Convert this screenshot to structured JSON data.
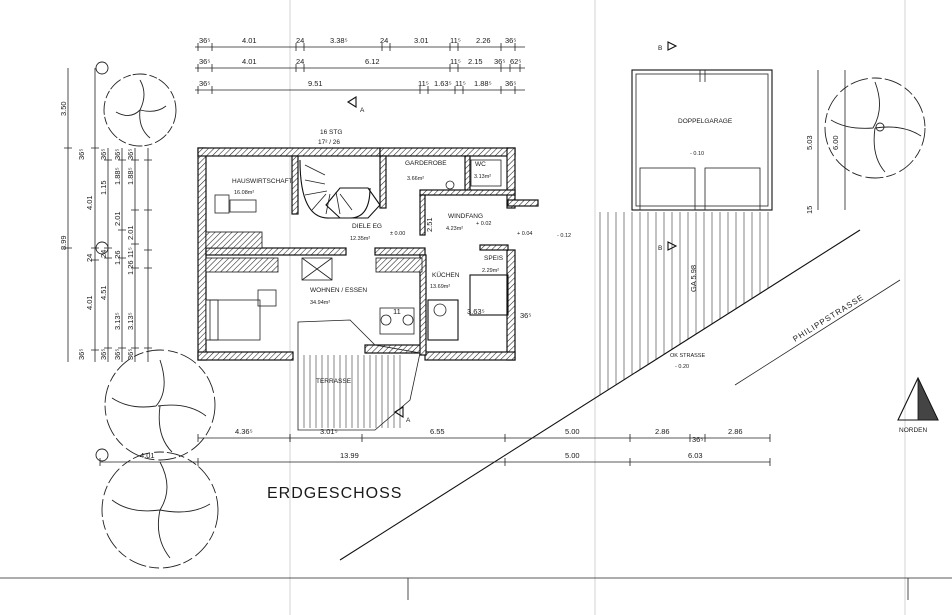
{
  "title": "ERDGESCHOSS",
  "north_label": "NORDEN",
  "street_name": "PHILIPPSTRASSE",
  "street_level": {
    "label": "OK STRASSE",
    "value": "- 0.20"
  },
  "section_marks": [
    "A",
    "A",
    "B",
    "B"
  ],
  "garage": {
    "label": "DOPPELGARAGE",
    "level": "- 0.10",
    "side_dims": [
      "5.03",
      "15",
      "6.00"
    ],
    "slope": "GA 5.98"
  },
  "stair": {
    "label": "16 STG",
    "ratio": "17² / 26"
  },
  "rooms": [
    {
      "id": "hauswirtschaft",
      "name": "HAUSWIRTSCHAFT",
      "area": "16.08m²"
    },
    {
      "id": "garderobe",
      "name": "GARDEROBE",
      "area": "3.66m²"
    },
    {
      "id": "wc",
      "name": "WC",
      "area": "3.13m²"
    },
    {
      "id": "diele",
      "name": "DIELE EG",
      "area": "12.35m²"
    },
    {
      "id": "windfang",
      "name": "WINDFANG",
      "area": "4.23m²"
    },
    {
      "id": "speis",
      "name": "SPEIS",
      "area": "2.29m²"
    },
    {
      "id": "kuechen",
      "name": "KÜCHEN",
      "area": "13.69m²"
    },
    {
      "id": "wohnen",
      "name": "WOHNEN / ESSEN",
      "area": "34.94m²"
    },
    {
      "id": "terrasse",
      "name": "TERRASSE",
      "area": ""
    }
  ],
  "levels": [
    "± 0.00",
    "+ 0.02",
    "+ 0.04",
    "- 0.12"
  ],
  "inner_dims": [
    "3.63⁵",
    "36⁵",
    "11",
    "2.51"
  ],
  "top_dims": {
    "row1": [
      "36⁵",
      "4.01",
      "24",
      "3.38⁵",
      "24",
      "3.01",
      "11⁵",
      "2.26",
      "36⁵"
    ],
    "row2": [
      "36⁵",
      "4.01",
      "24",
      "6.12",
      "11⁵",
      "2.15",
      "36⁵",
      "62⁵"
    ],
    "row3": [
      "36⁵",
      "9.51",
      "11⁵",
      "1.63⁵",
      "11⁵",
      "1.88⁵",
      "36⁵"
    ]
  },
  "left_dims": {
    "outer": [
      "3.50",
      "8.99"
    ],
    "col1": [
      "36⁵",
      "4.01",
      "24",
      "4.01",
      "36⁵"
    ],
    "col2": [
      "36⁵",
      "1.15",
      "24",
      "4.51",
      "36⁵"
    ],
    "col3": [
      "36⁵",
      "1.88⁵",
      "2.01",
      "1.26",
      "3.13⁵",
      "36⁵"
    ],
    "col4": [
      "36⁵",
      "1.88⁵",
      "2.01",
      "11⁵",
      "1.26",
      "3.13⁵",
      "36⁵"
    ]
  },
  "bottom_dims": {
    "row1": [
      "4.36⁵",
      "3.01⁵",
      "6.55",
      "5.00",
      "2.86",
      "2.86"
    ],
    "row2": [
      "4.01",
      "13.99",
      "5.00",
      "6.03"
    ],
    "row2_mark": "36⁵"
  }
}
